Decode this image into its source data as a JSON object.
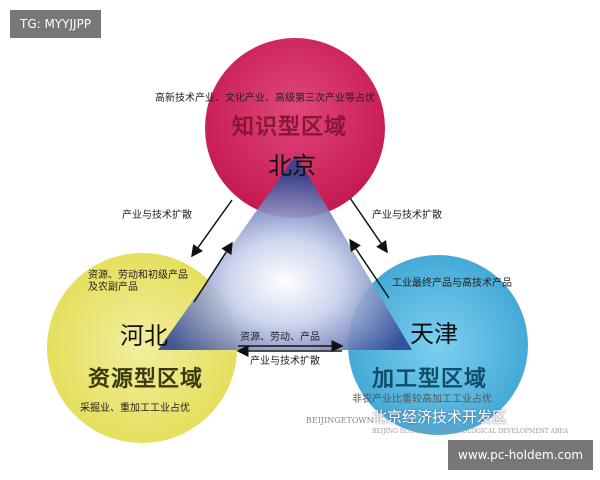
{
  "watermarks": {
    "top_left": "TG: MYYJJPP",
    "bottom_right": "www.pc-holdem.com"
  },
  "beijing": {
    "city": "北京",
    "region": "知识型区域",
    "desc": "高新技术产业、文化产业、高级第三次产业等占优",
    "color": "#d0245a"
  },
  "hebei": {
    "city": "河北",
    "region": "资源型区域",
    "desc": "采掘业、重加工工业占优",
    "color": "#e9e46a"
  },
  "tianjin": {
    "city": "天津",
    "region": "加工型区域",
    "desc": "非农产业比重较高加工工业占优",
    "color": "#4fb3dc"
  },
  "flows": {
    "bj_to_hb": "产业与技术扩散",
    "hb_to_bj": "资源、劳动和初级产品及农副产品",
    "bj_to_tj": "产业与技术扩散",
    "tj_to_bj": "工业最终产品与高技术产品",
    "hb_to_tj": "资源、劳动、产品",
    "tj_to_hb": "产业与技术扩散"
  },
  "logo": {
    "text": "北京经济技术开发区",
    "subtitle": "BEIJING ECONOMIC-TECHNOLOGICAL DEVELOPMENT AREA",
    "brand": "BEIJINGETOWN"
  }
}
